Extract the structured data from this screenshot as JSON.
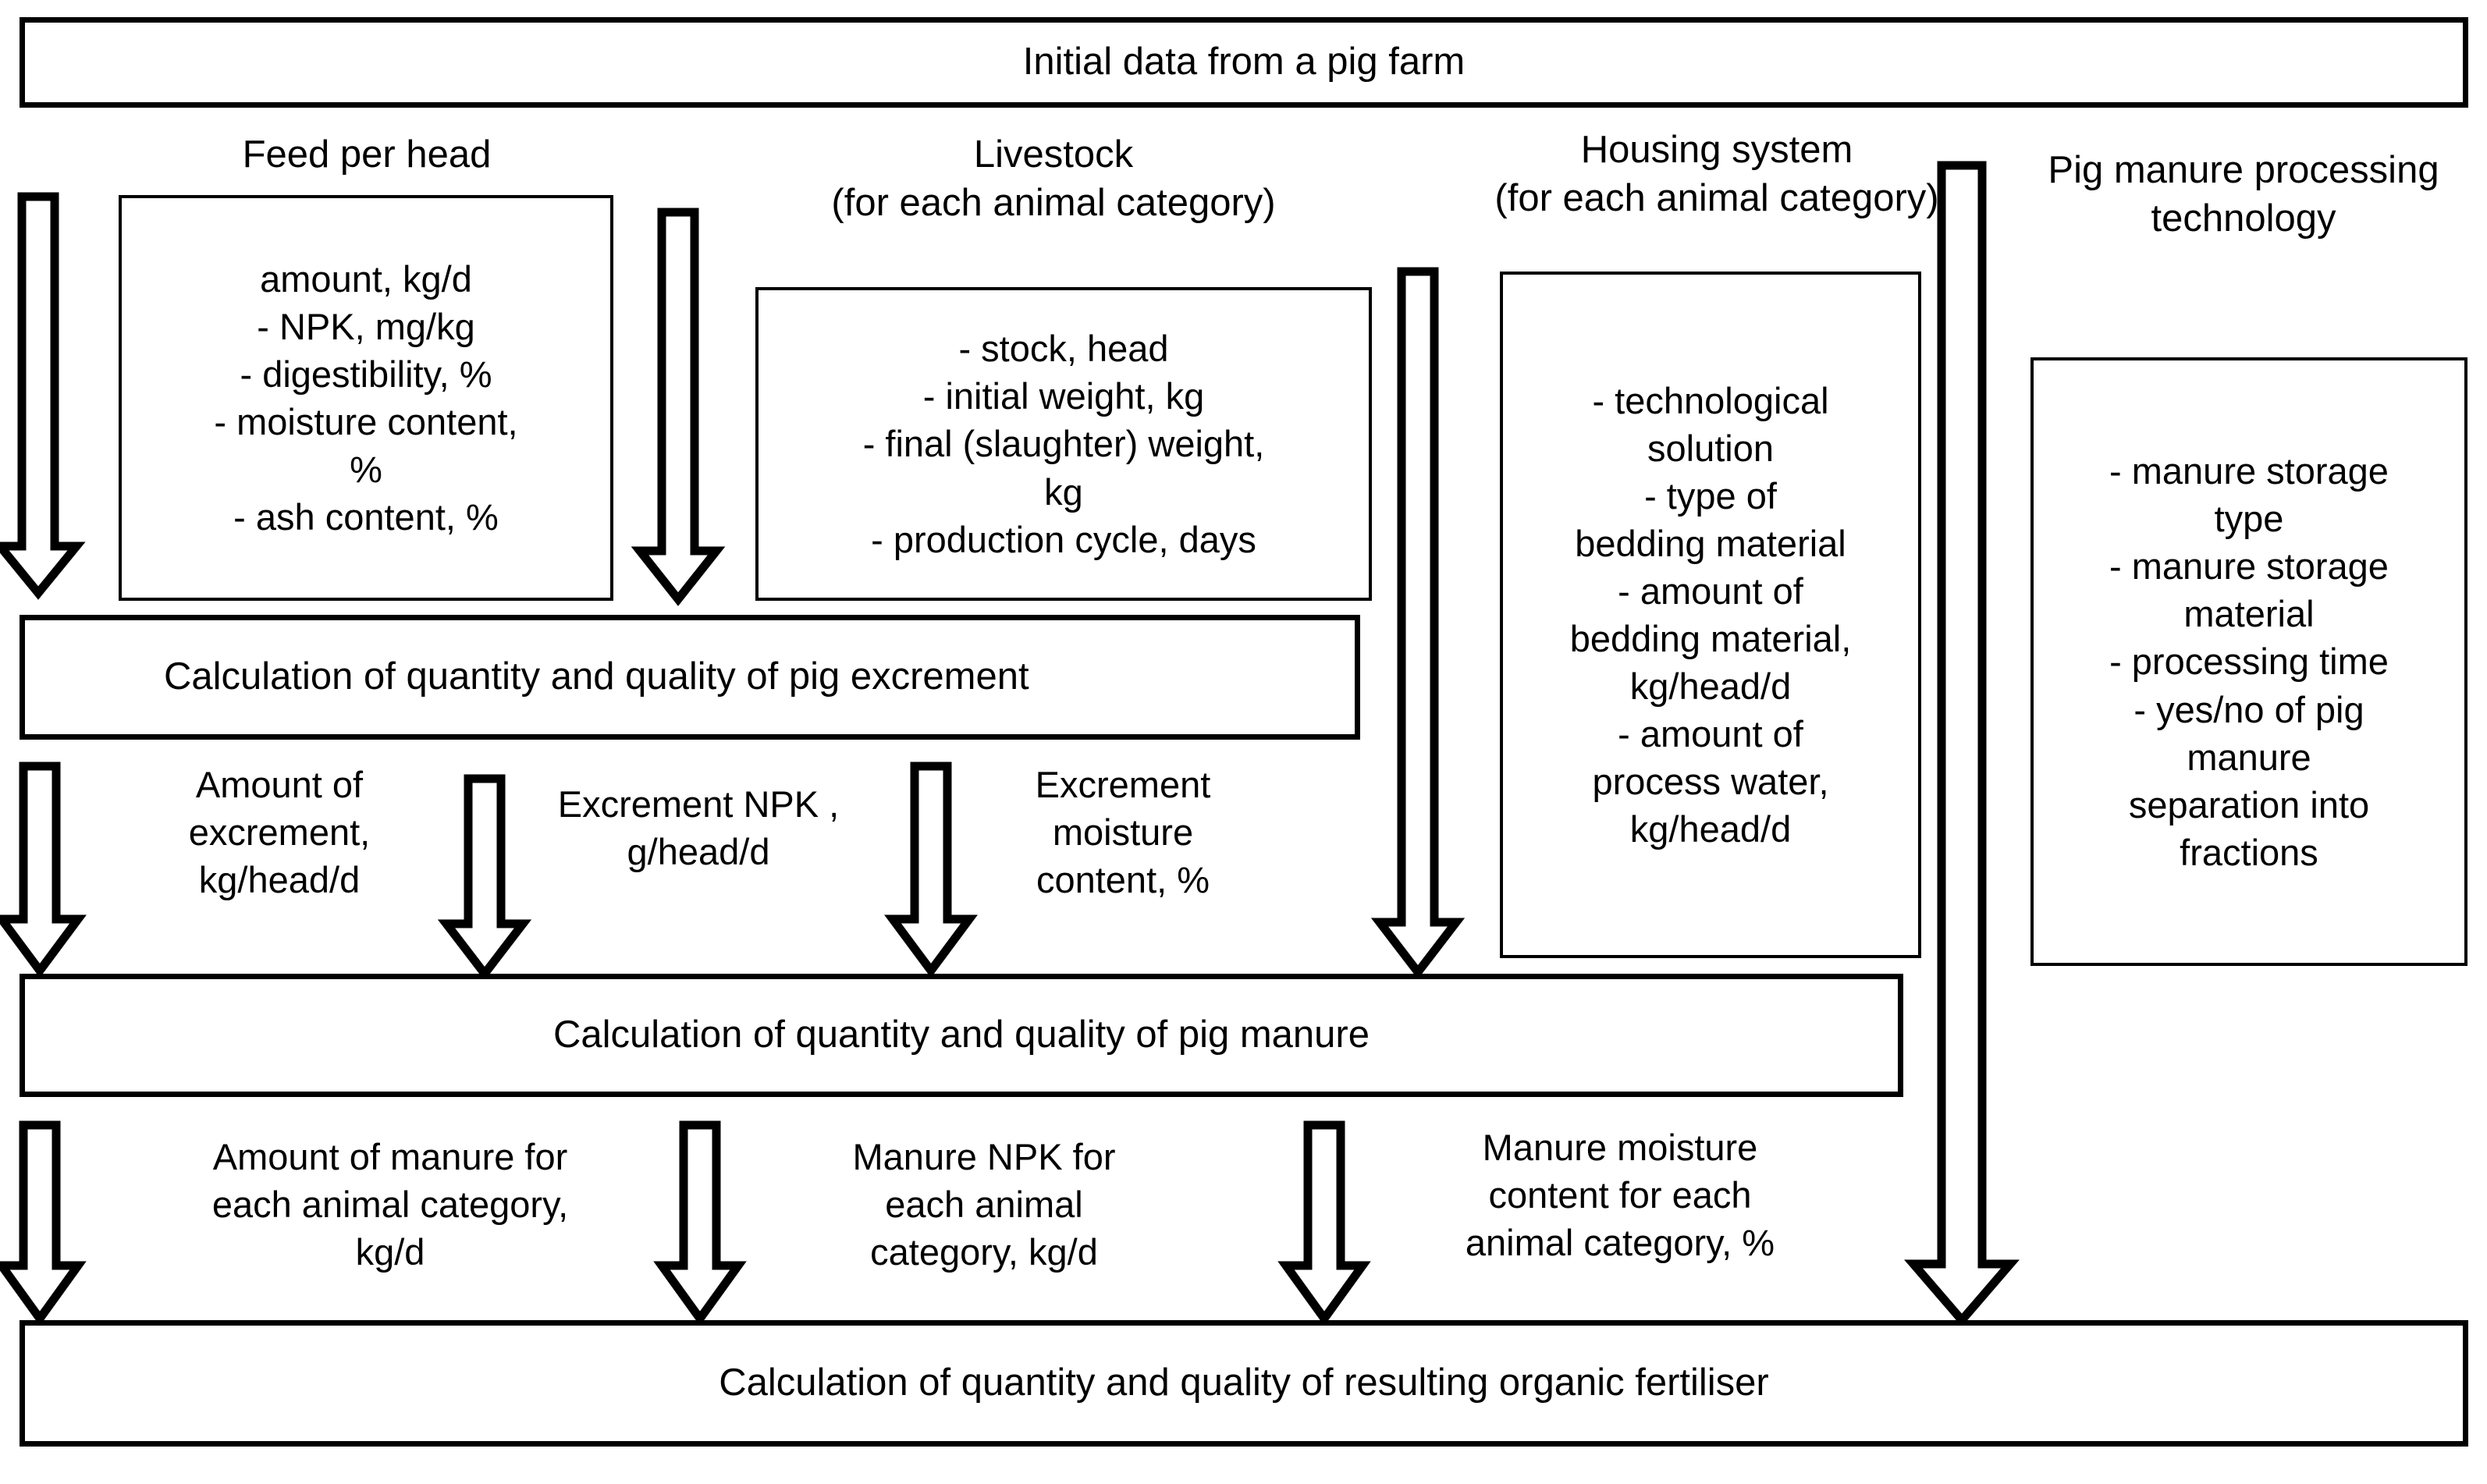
{
  "diagram": {
    "title_box": {
      "label": "Initial data from a pig farm"
    },
    "groups": [
      {
        "id": "feed",
        "title": "Feed per head",
        "items": [
          "amount, kg/d",
          "-   NPK, mg/kg",
          "-    digestibility, %",
          "-   moisture content,",
          "%",
          "-   ash content, %"
        ]
      },
      {
        "id": "livestock",
        "title_line1": "Livestock",
        "title_line2": "(for each animal category)",
        "items": [
          "-    stock, head",
          "-    initial weight, kg",
          "-    final (slaughter) weight,",
          "kg",
          "-    production cycle, days"
        ]
      },
      {
        "id": "housing",
        "title_line1": "Housing system",
        "title_line2": "(for each animal category)",
        "items": [
          "-     technological",
          "solution",
          "-     type of",
          "bedding material",
          "- amount of",
          "bedding material,",
          "kg/head/d",
          "-     amount of",
          "process water,",
          "kg/head/d"
        ]
      },
      {
        "id": "manure-tech",
        "title_line1": "Pig manure processing",
        "title_line2": "technology",
        "items": [
          "-     manure storage",
          "type",
          "-    manure storage",
          "material",
          "-    processing time",
          "-     yes/no of pig",
          "manure",
          "separation into",
          "fractions"
        ]
      }
    ],
    "process_boxes": [
      {
        "id": "excrement",
        "label": "Calculation of quantity and quality of pig excrement"
      },
      {
        "id": "manure",
        "label": "Calculation of quantity and quality of pig manure"
      },
      {
        "id": "fertiliser",
        "label": "Calculation of quantity and quality of resulting organic fertiliser"
      }
    ],
    "excrement_outputs": [
      {
        "line1": "Amount of",
        "line2": "excrement,",
        "line3": "kg/head/d"
      },
      {
        "line1": "Excrement NPK ,",
        "line2": "g/head/d",
        "line3": ""
      },
      {
        "line1": "Excrement",
        "line2": "moisture",
        "line3": "content, %"
      }
    ],
    "manure_outputs": [
      {
        "line1": "Amount of manure for",
        "line2": "each animal category,",
        "line3": "kg/d"
      },
      {
        "line1": "Manure NPK for",
        "line2": "each animal",
        "line3": "category, kg/d"
      },
      {
        "line1": "Manure moisture",
        "line2": "content for each",
        "line3": "animal category, %"
      }
    ],
    "colors": {
      "line": "#000000",
      "background": "#ffffff",
      "arrow_fill": "#ffffff"
    }
  }
}
